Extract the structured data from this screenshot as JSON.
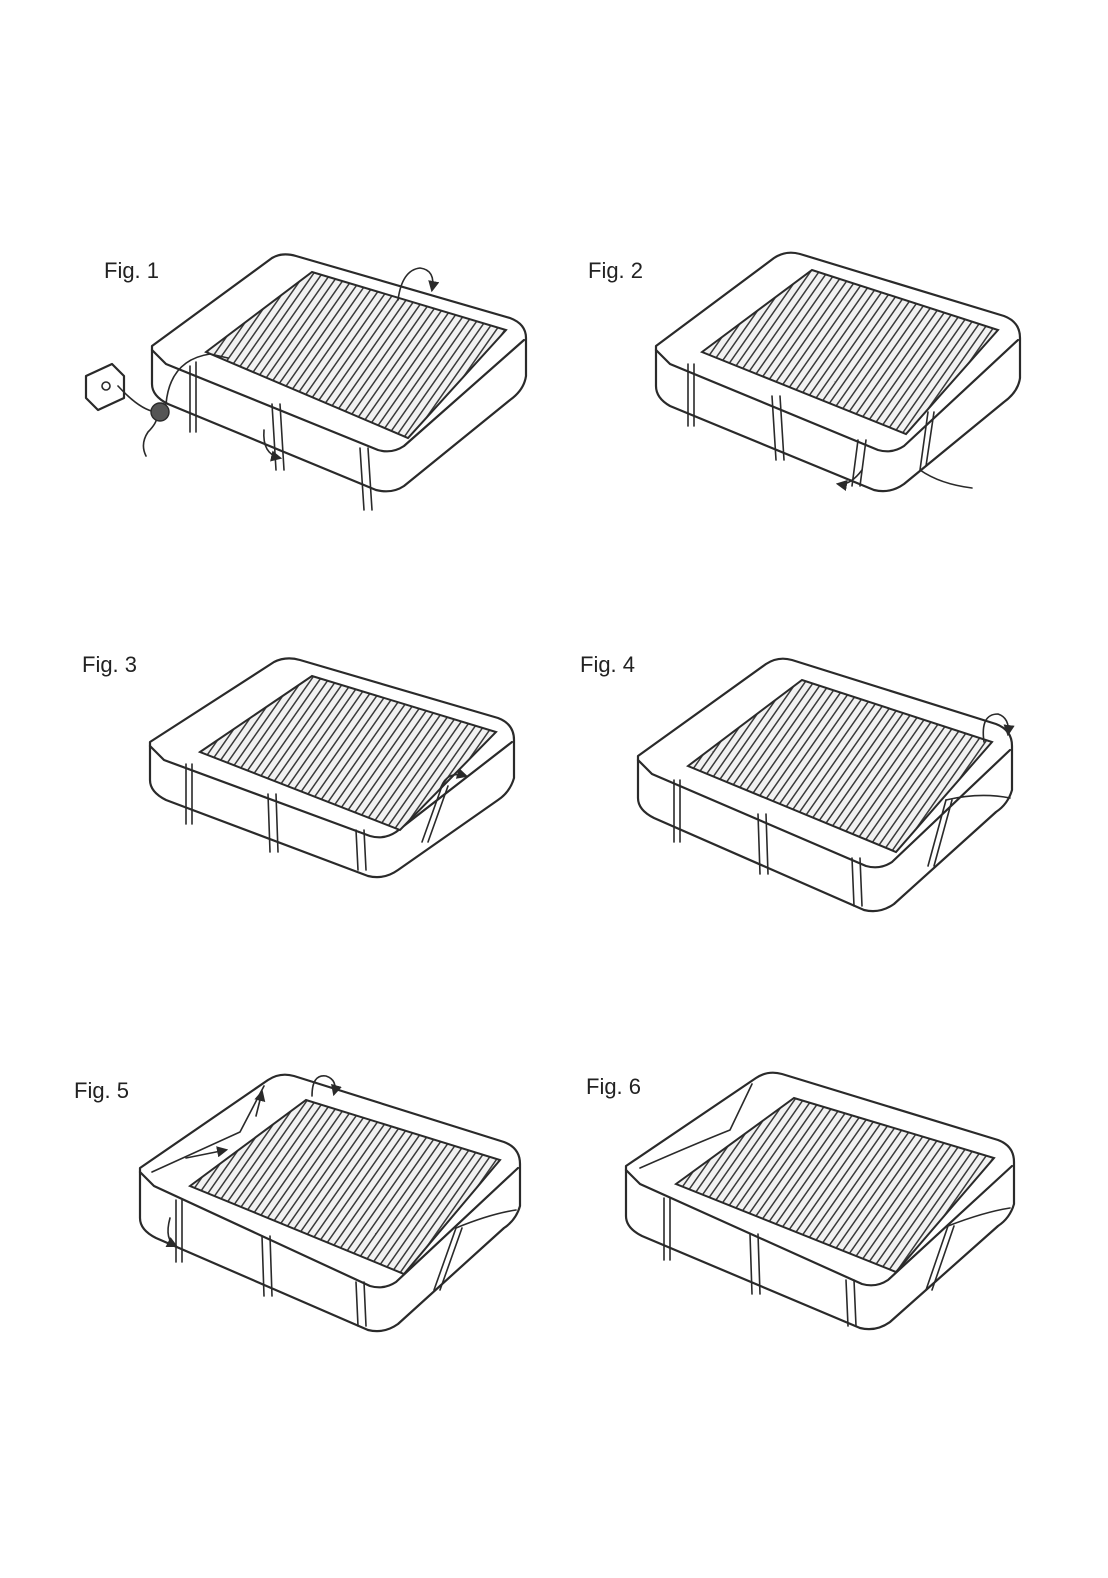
{
  "figures": [
    {
      "label": "Fig. 1",
      "icons": [
        "mains-socket-icon",
        "plug-cord-icon",
        "strap-icon",
        "turn-arrow-icon"
      ]
    },
    {
      "label": "Fig. 2",
      "icons": [
        "strap-icon",
        "turn-arrow-icon"
      ]
    },
    {
      "label": "Fig. 3",
      "icons": [
        "strap-icon",
        "turn-arrow-icon"
      ]
    },
    {
      "label": "Fig. 4",
      "icons": [
        "strap-icon",
        "turn-arrow-icon"
      ]
    },
    {
      "label": "Fig. 5",
      "icons": [
        "strap-icon",
        "turn-arrow-icon",
        "pull-arrow-icon"
      ]
    },
    {
      "label": "Fig. 6",
      "icons": [
        "strap-icon"
      ]
    }
  ]
}
